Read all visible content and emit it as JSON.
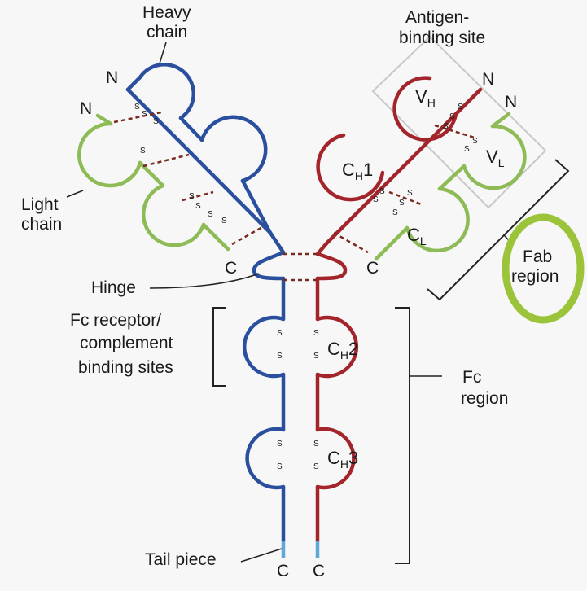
{
  "labels": {
    "heavy_chain": [
      "Heavy",
      "chain"
    ],
    "light_chain": [
      "Light",
      "chain"
    ],
    "antigen_binding_site": [
      "Antigen-",
      "binding site"
    ],
    "hinge": "Hinge",
    "fc_receptor": [
      "Fc receptor/",
      "complement",
      "binding sites"
    ],
    "fc_region": [
      "Fc",
      "region"
    ],
    "fab_region": [
      "Fab",
      "region"
    ],
    "tail_piece": "Tail piece",
    "n_terminus": "N",
    "c_terminus": "C",
    "disulfide": "S"
  },
  "domains": {
    "vh": {
      "main": "V",
      "sub": "H"
    },
    "vl": {
      "main": "V",
      "sub": "L"
    },
    "ch1": {
      "main": "C",
      "sub": "H",
      "suffix": "1"
    },
    "cl": {
      "main": "C",
      "sub": "L"
    },
    "ch2": {
      "main": "C",
      "sub": "H",
      "suffix": "2"
    },
    "ch3": {
      "main": "C",
      "sub": "H",
      "suffix": "3"
    }
  },
  "colors": {
    "heavy_chain_left": "#2a4f9e",
    "heavy_chain_right": "#a3242a",
    "light_chain": "#8dbb55",
    "fab_highlight": "#9cc43a",
    "tail": "#5fa8d8",
    "disulfide_bond": "#7a2a1e"
  }
}
